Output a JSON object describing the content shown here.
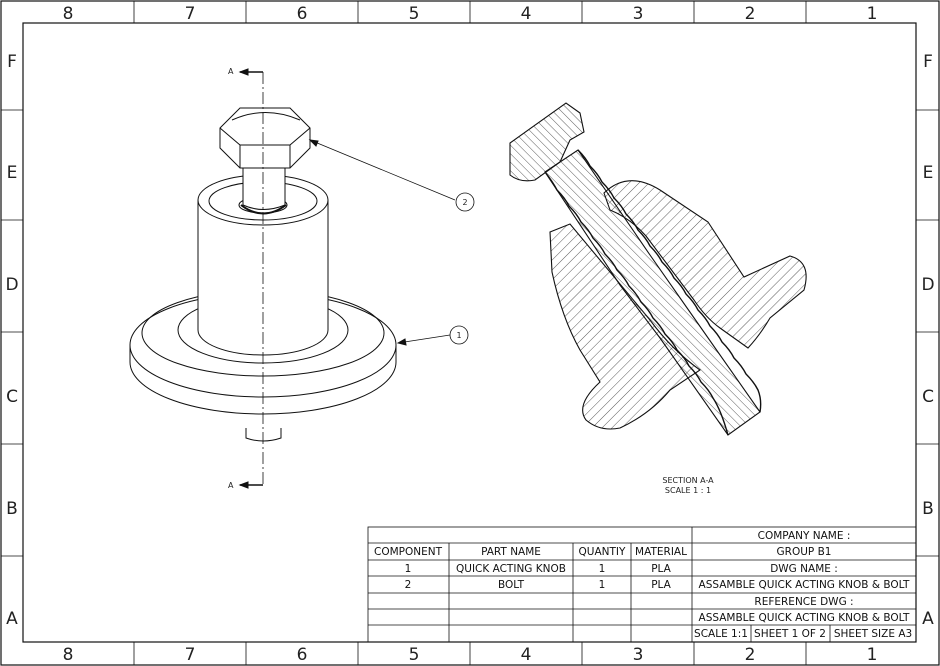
{
  "sheet": {
    "columns_top": [
      "8",
      "7",
      "6",
      "5",
      "4",
      "3",
      "2",
      "1"
    ],
    "columns_bottom": [
      "8",
      "7",
      "6",
      "5",
      "4",
      "3",
      "2",
      "1"
    ],
    "rows_left": [
      "F",
      "E",
      "D",
      "C",
      "B",
      "A"
    ],
    "rows_right": [
      "F",
      "E",
      "D",
      "C",
      "B",
      "A"
    ]
  },
  "view": {
    "section_marker": "A",
    "balloons": [
      "1",
      "2"
    ]
  },
  "section": {
    "title": "SECTION A-A",
    "scale": "SCALE 1 : 1"
  },
  "bom": {
    "headers": [
      "COMPONENT",
      "PART NAME",
      "QUANTIY",
      "MATERIAL"
    ],
    "rows": [
      [
        "1",
        "QUICK ACTING KNOB",
        "1",
        "PLA"
      ],
      [
        "2",
        "BOLT",
        "1",
        "PLA"
      ]
    ]
  },
  "title_block": {
    "company_label": "COMPANY NAME :",
    "company_value": "GROUP B1",
    "dwg_label": "DWG NAME :",
    "dwg_value": "ASSAMBLE QUICK ACTING KNOB & BOLT",
    "ref_label": "REFERENCE DWG :",
    "ref_value": "ASSAMBLE QUICK ACTING KNOB & BOLT",
    "scale": "SCALE 1:1",
    "sheet": "SHEET 1 OF 2",
    "sheet_size": "SHEET SIZE A3"
  }
}
